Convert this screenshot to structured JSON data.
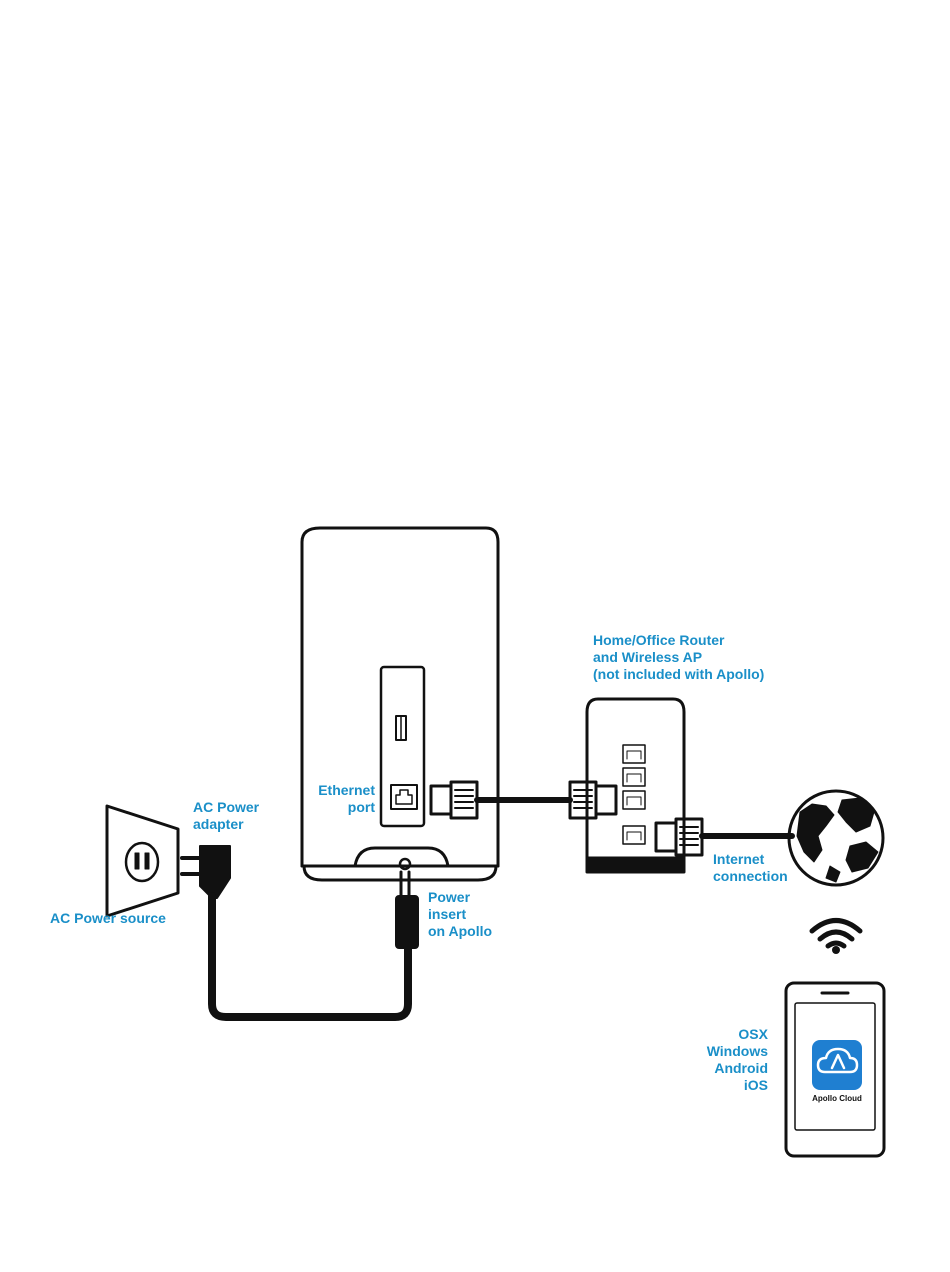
{
  "colors": {
    "label": "#1a8fc8",
    "stroke": "#111111",
    "app_icon": "#1f7fd1"
  },
  "labels": {
    "router": [
      "Home/Office Router",
      "and Wireless AP",
      "(not included with Apollo)"
    ],
    "ethernet_port": [
      "Ethernet",
      "port"
    ],
    "ac_adapter": [
      "AC Power",
      "adapter"
    ],
    "ac_source": "AC Power source",
    "power_insert": [
      "Power",
      "insert",
      "on Apollo"
    ],
    "internet": [
      "Internet",
      "connection"
    ],
    "platforms": [
      "OSX",
      "Windows",
      "Android",
      "iOS"
    ]
  },
  "app": {
    "name": "Apollo Cloud",
    "icon": "cloud-icon"
  },
  "icons": {
    "outlet": "outlet-icon",
    "globe": "globe-icon",
    "wifi": "wifi-icon"
  }
}
